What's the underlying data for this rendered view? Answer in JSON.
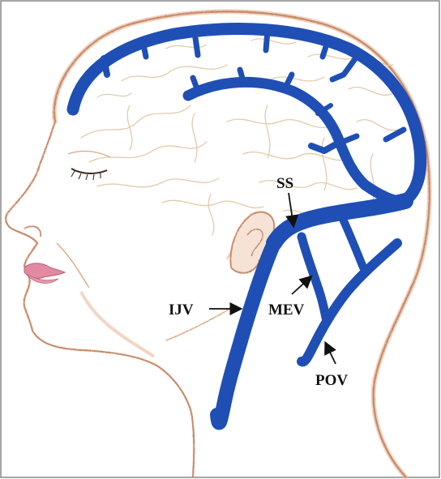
{
  "figure": {
    "labels": {
      "ss": "SS",
      "ijv": "IJV",
      "mev": "MEV",
      "pov": "POV"
    },
    "colors": {
      "vein": "#1f4fb5",
      "vein_dark": "#163f94",
      "skin_outline": "#c98c6c",
      "skin_shade": "#e6b594",
      "brain": "#e2c8a6",
      "lips": "#e28aa2",
      "eyelash": "#3a2a22",
      "ink": "#111111"
    }
  }
}
